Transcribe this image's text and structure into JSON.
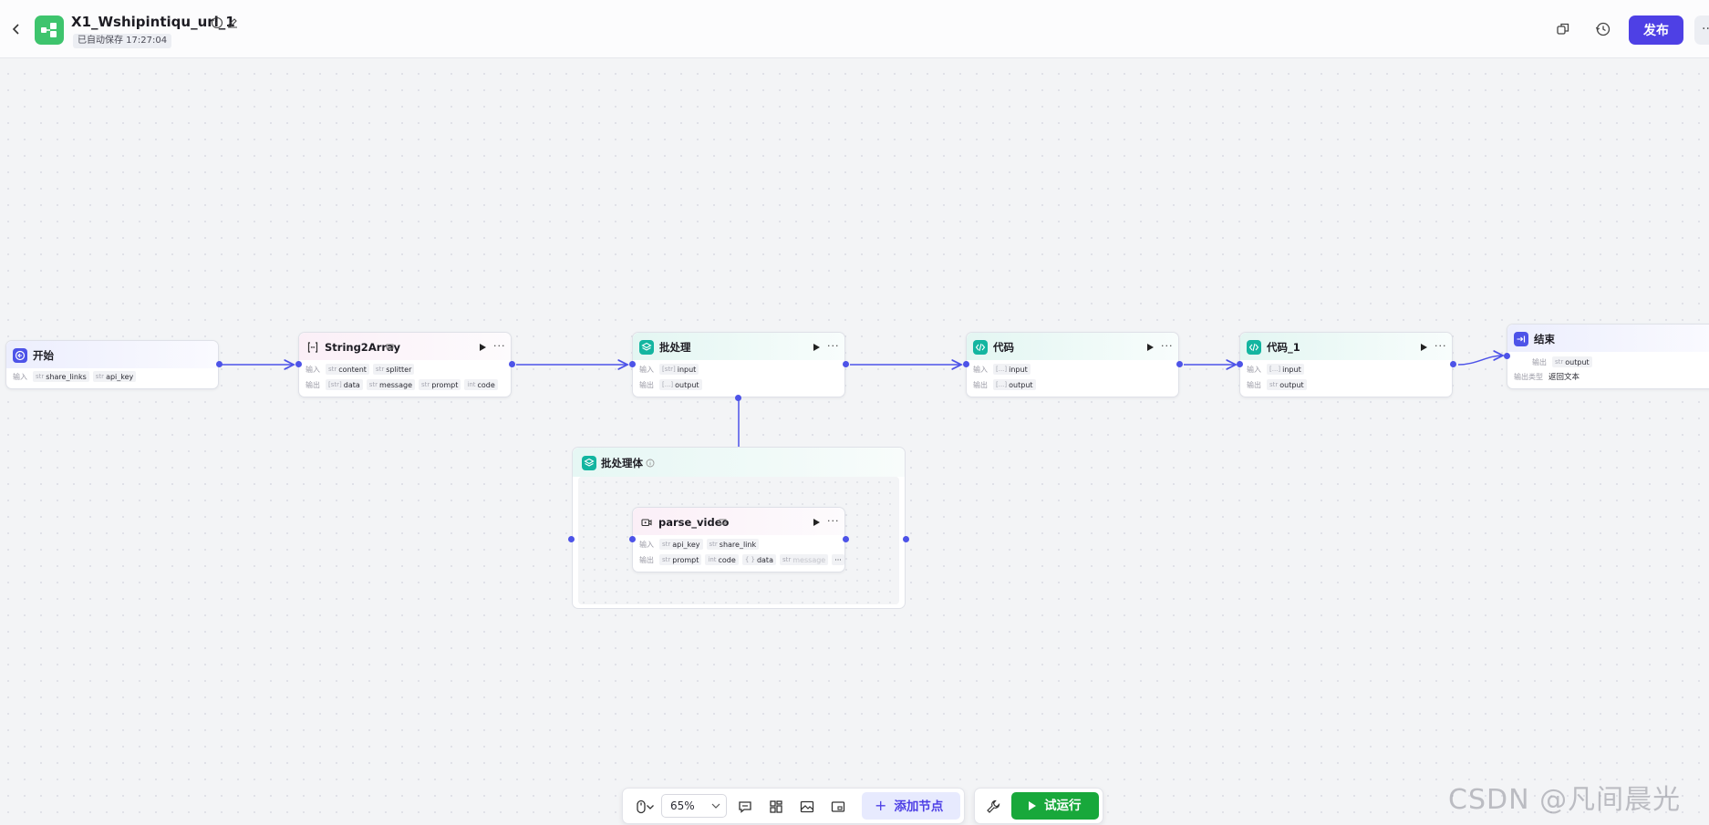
{
  "header": {
    "title": "X1_Wshipintiqu_url_1",
    "autosave": "已自动保存 17:27:04",
    "publish_label": "发布",
    "more_label": "···"
  },
  "colors": {
    "accent": "#4e40e5",
    "edge": "#4d53e8",
    "run_green": "#18a83b",
    "code_teal": "#13b5a0"
  },
  "nodes": {
    "start": {
      "title": "开始",
      "input_label": "输入",
      "inputs": [
        {
          "type": "str",
          "name": "share_links"
        },
        {
          "type": "str",
          "name": "api_key"
        }
      ]
    },
    "string2array": {
      "title": "String2Array",
      "input_label": "输入",
      "output_label": "输出",
      "inputs": [
        {
          "type": "str",
          "name": "content"
        },
        {
          "type": "str",
          "name": "splitter"
        }
      ],
      "outputs": [
        {
          "type": "[str]",
          "name": "data"
        },
        {
          "type": "str",
          "name": "message"
        },
        {
          "type": "str",
          "name": "prompt"
        },
        {
          "type": "int",
          "name": "code"
        }
      ]
    },
    "batch": {
      "title": "批处理",
      "input_label": "输入",
      "output_label": "输出",
      "inputs": [
        {
          "type": "[str]",
          "name": "input"
        }
      ],
      "outputs": [
        {
          "type": "[...]",
          "name": "output"
        }
      ]
    },
    "batch_body": {
      "title": "批处理体"
    },
    "parse_video": {
      "title": "parse_video",
      "input_label": "输入",
      "output_label": "输出",
      "inputs": [
        {
          "type": "str",
          "name": "api_key"
        },
        {
          "type": "str",
          "name": "share_link"
        }
      ],
      "outputs": [
        {
          "type": "str",
          "name": "prompt"
        },
        {
          "type": "int",
          "name": "code"
        },
        {
          "type": "{ }",
          "name": "data"
        },
        {
          "type": "str",
          "name": "message"
        }
      ],
      "overflow": "···"
    },
    "code": {
      "title": "代码",
      "input_label": "输入",
      "output_label": "输出",
      "inputs": [
        {
          "type": "[...]",
          "name": "input"
        }
      ],
      "outputs": [
        {
          "type": "[...]",
          "name": "output"
        }
      ]
    },
    "code_1": {
      "title": "代码_1",
      "input_label": "输入",
      "output_label": "输出",
      "inputs": [
        {
          "type": "[...]",
          "name": "input"
        }
      ],
      "outputs": [
        {
          "type": "str",
          "name": "output"
        }
      ]
    },
    "end": {
      "title": "结束",
      "output_label": "输出",
      "outputs": [
        {
          "type": "str",
          "name": "output"
        }
      ],
      "output_type_label": "输出类型",
      "output_type_value": "返回文本"
    }
  },
  "toolbar": {
    "zoom": "65%",
    "add_node_label": "添加节点",
    "test_run_label": "试运行"
  },
  "watermark": "CSDN @凡间晨光"
}
